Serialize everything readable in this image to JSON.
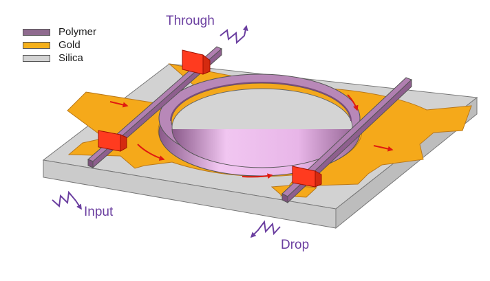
{
  "legend": {
    "items": [
      {
        "label": "Polymer",
        "color": "#8f6b8f"
      },
      {
        "label": "Gold",
        "color": "#f5b01a"
      },
      {
        "label": "Silica",
        "color": "#d3d3d3"
      }
    ]
  },
  "ports": {
    "through": "Through",
    "input": "Input",
    "drop": "Drop"
  },
  "colors": {
    "silica_top": "#d2d2d2",
    "silica_side": "#c4c4c4",
    "gold": "#f5a91a",
    "polymer": "#a57fa5",
    "ring_polymer": "#e8b5e8",
    "heater": "#ff3b1f",
    "arrow": "#e01a10",
    "port_text": "#6b3fa0"
  }
}
